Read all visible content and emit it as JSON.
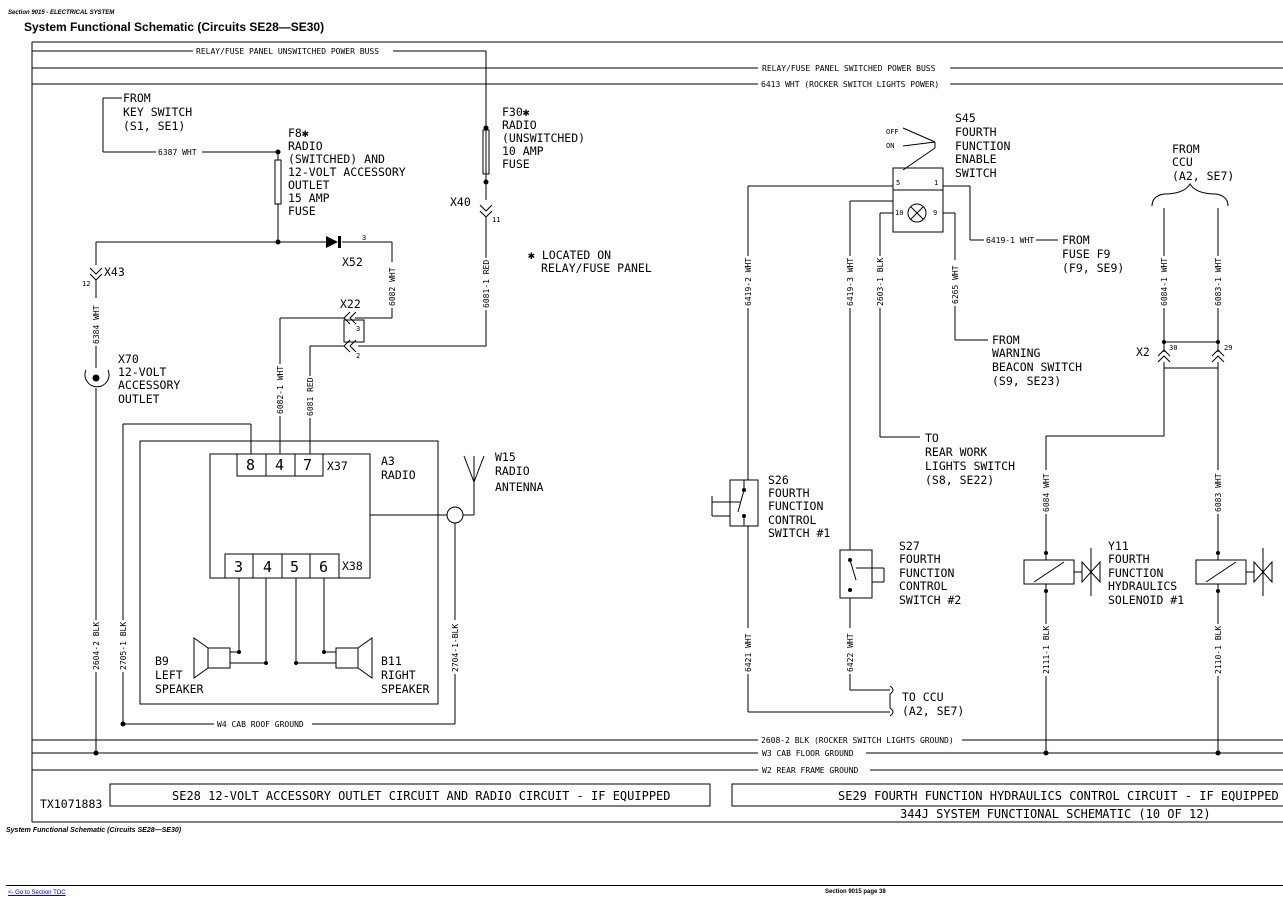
{
  "header": {
    "section": "Section 9015 - ELECTRICAL SYSTEM",
    "title": "System Functional Schematic (Circuits SE28—SE30)"
  },
  "busses": {
    "unswitched": "RELAY/FUSE PANEL UNSWITCHED POWER BUSS",
    "switched": "RELAY/FUSE PANEL SWITCHED POWER BUSS",
    "lights_power": "6413 WHT (ROCKER SWITCH LIGHTS POWER)",
    "lights_ground": "2608-2 BLK (ROCKER SWITCH LIGHTS GROUND)",
    "cab_floor": "W3 CAB FLOOR GROUND",
    "rear_frame": "W2 REAR FRAME GROUND",
    "cab_roof": "W4 CAB ROOF GROUND"
  },
  "left": {
    "from_key": [
      "FROM",
      "KEY SWITCH",
      "(S1, SE1)"
    ],
    "wire_6387": "6387 WHT",
    "f8": [
      "F8✱",
      "RADIO",
      "(SWITCHED) AND",
      "12-VOLT ACCESSORY",
      "OUTLET",
      "15 AMP",
      "FUSE"
    ],
    "f30": [
      "F30✱",
      "RADIO",
      "(UNSWITCHED)",
      "10 AMP",
      "FUSE"
    ],
    "x40": "X40",
    "x40_pin": "11",
    "x43": "X43",
    "x43_pin": "12",
    "x52": "X52",
    "x52_pin": "3",
    "x22": "X22",
    "x22_pins": [
      "3",
      "2"
    ],
    "located": [
      "✱ LOCATED ON",
      "RELAY/FUSE PANEL"
    ],
    "x70": [
      "X70",
      "12-VOLT",
      "ACCESSORY",
      "OUTLET"
    ],
    "a3": [
      "A3",
      "RADIO"
    ],
    "x37": "X37",
    "x37_pins": [
      "8",
      "4",
      "7"
    ],
    "x38": "X38",
    "x38_pins": [
      "3",
      "4",
      "5",
      "6"
    ],
    "w15": [
      "W15",
      "RADIO",
      "ANTENNA"
    ],
    "b9": [
      "B9",
      "LEFT",
      "SPEAKER"
    ],
    "b11": [
      "B11",
      "RIGHT",
      "SPEAKER"
    ],
    "wires": {
      "w6384": "6384 WHT",
      "w6082": "6082 WHT",
      "w6081_1": "6081-1 RED",
      "w6082_1": "6082-1 WHT",
      "w6081": "6081 RED",
      "w2604_2": "2604-2 BLK",
      "w2705_1": "2705-1 BLK",
      "w2704_1": "2704-1-BLK"
    },
    "tx_code": "TX1071883",
    "circuit_title": "SE28 12-VOLT ACCESSORY OUTLET CIRCUIT AND RADIO CIRCUIT - IF EQUIPPED"
  },
  "right": {
    "s45": [
      "S45",
      "FOURTH",
      "FUNCTION",
      "ENABLE",
      "SWITCH"
    ],
    "s45_off": "OFF",
    "s45_on": "ON",
    "s45_pins": [
      "5",
      "1",
      "10",
      "9"
    ],
    "wire_6419_1": "6419-1 WHT",
    "from_fuse": [
      "FROM",
      "FUSE F9",
      "(F9, SE9)"
    ],
    "from_ccu": [
      "FROM",
      "CCU",
      "(A2, SE7)"
    ],
    "from_beacon": [
      "FROM",
      "WARNING",
      "BEACON SWITCH",
      "(S9, SE23)"
    ],
    "to_rear_work": [
      "TO",
      "REAR WORK",
      "LIGHTS SWITCH",
      "(S8, SE22)"
    ],
    "s26": [
      "S26",
      "FOURTH",
      "FUNCTION",
      "CONTROL",
      "SWITCH #1"
    ],
    "s27": [
      "S27",
      "FOURTH",
      "FUNCTION",
      "CONTROL",
      "SWITCH #2"
    ],
    "y11": [
      "Y11",
      "FOURTH",
      "FUNCTION",
      "HYDRAULICS",
      "SOLENOID #1"
    ],
    "to_ccu": [
      "TO CCU",
      "(A2, SE7)"
    ],
    "x2": "X2",
    "x2_pins": [
      "30",
      "29"
    ],
    "wires": {
      "w6419_2": "6419-2 WHT",
      "w6419_3": "6419-3 WHT",
      "w2603_1": "2603-1 BLK",
      "w6265": "6265 WHT",
      "w6084_1": "6084-1 WHT",
      "w6083_1": "6083-1 WHT",
      "w6084": "6084 WHT",
      "w6083": "6083 WHT",
      "w6421": "6421 WHT",
      "w6422": "6422 WHT",
      "w2111_1": "2111-1 BLK",
      "w2110_1": "2110-1 BLK"
    },
    "circuit_title": "SE29 FOURTH FUNCTION HYDRAULICS CONTROL CIRCUIT - IF EQUIPPED",
    "schematic_page": "344J SYSTEM FUNCTIONAL SCHEMATIC (10 OF 12)"
  },
  "footer": {
    "caption": "System Functional Schematic (Circuits SE28—SE30)",
    "toc_link": "<- Go to Section TOC",
    "page": "Section 9015 page 38"
  }
}
